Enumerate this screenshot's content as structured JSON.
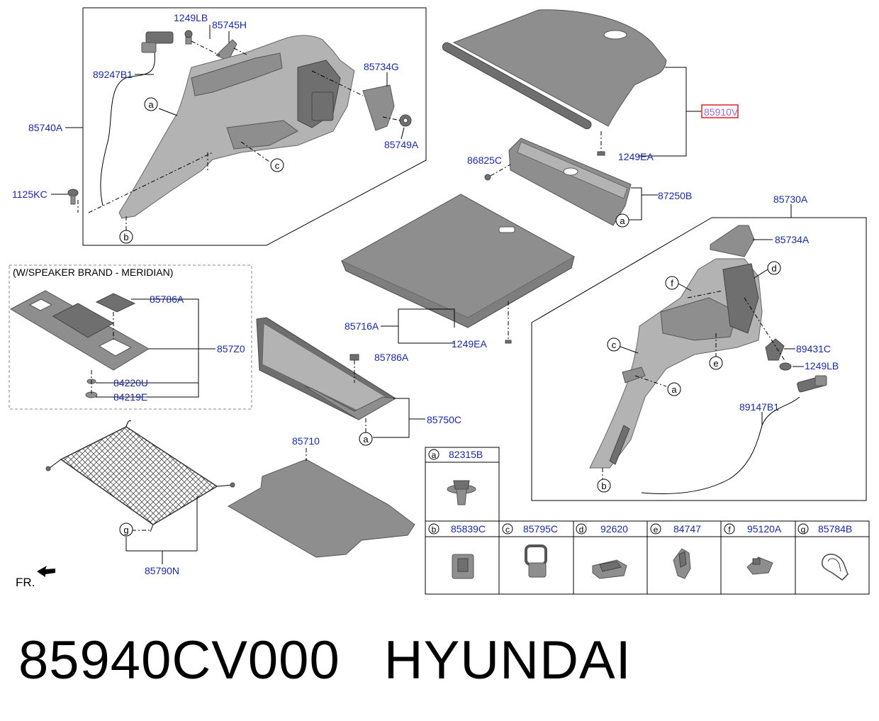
{
  "diagram": {
    "labels": {
      "p1249LB_top": "1249LB",
      "p85745H": "85745H",
      "p89247B1": "89247B1",
      "p85734G": "85734G",
      "p85740A": "85740A",
      "p85749A": "85749A",
      "p1125KC": "1125KC",
      "p85910V": "85910V",
      "p1249EA_top": "1249EA",
      "p86825C": "86825C",
      "p87250B": "87250B",
      "p85730A": "85730A",
      "p85734A": "85734A",
      "p89431C": "89431C",
      "p1249LB_right": "1249LB",
      "p89147B1": "89147B1",
      "p85716A": "85716A",
      "p1249EA_mid": "1249EA",
      "p85786A_box": "85786A",
      "p857Z0": "857Z0",
      "p84220U": "84220U",
      "p84219E": "84219E",
      "p85786A_mid": "85786A",
      "p85750C": "85750C",
      "p85710": "85710",
      "p85790N": "85790N"
    },
    "speaker_note": "(W/SPEAKER BRAND - MERIDIAN)",
    "front_marker": "FR.",
    "callouts": {
      "a": "a",
      "b": "b",
      "c": "c",
      "d": "d",
      "e": "e",
      "f": "f",
      "g": "g"
    },
    "legend": [
      {
        "key": "a",
        "part": "82315B"
      },
      {
        "key": "b",
        "part": "85839C"
      },
      {
        "key": "c",
        "part": "85795C"
      },
      {
        "key": "d",
        "part": "92620"
      },
      {
        "key": "e",
        "part": "84747"
      },
      {
        "key": "f",
        "part": "95120A"
      },
      {
        "key": "g",
        "part": "85784B"
      }
    ],
    "highlight_color": "#e0202a",
    "label_color": "#1a2aa0"
  },
  "caption": {
    "part_number": "85940CV000",
    "brand": "HYUNDAI"
  }
}
